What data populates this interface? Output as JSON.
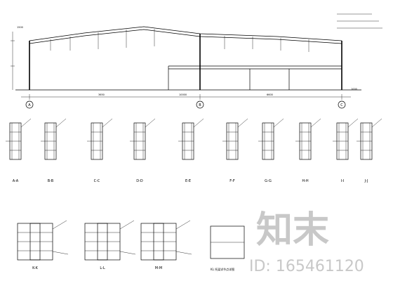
{
  "axis_labels": [
    "A",
    "B",
    "C"
  ],
  "elevation_dims": [
    "1500",
    "3650",
    "10000",
    "6600",
    "1000"
  ],
  "sections_row1": [
    "A-A",
    "B-B",
    "C-C",
    "D-D",
    "E-E",
    "F-F",
    "G-G",
    "H-H",
    "I-I",
    "J-J"
  ],
  "sections_row2": [
    "K-K",
    "L-L",
    "M-M"
  ],
  "row2_caption": "KL 托梁详节点详图",
  "watermark": {
    "logo_text": "知末",
    "id_text": "ID: 165461120"
  }
}
